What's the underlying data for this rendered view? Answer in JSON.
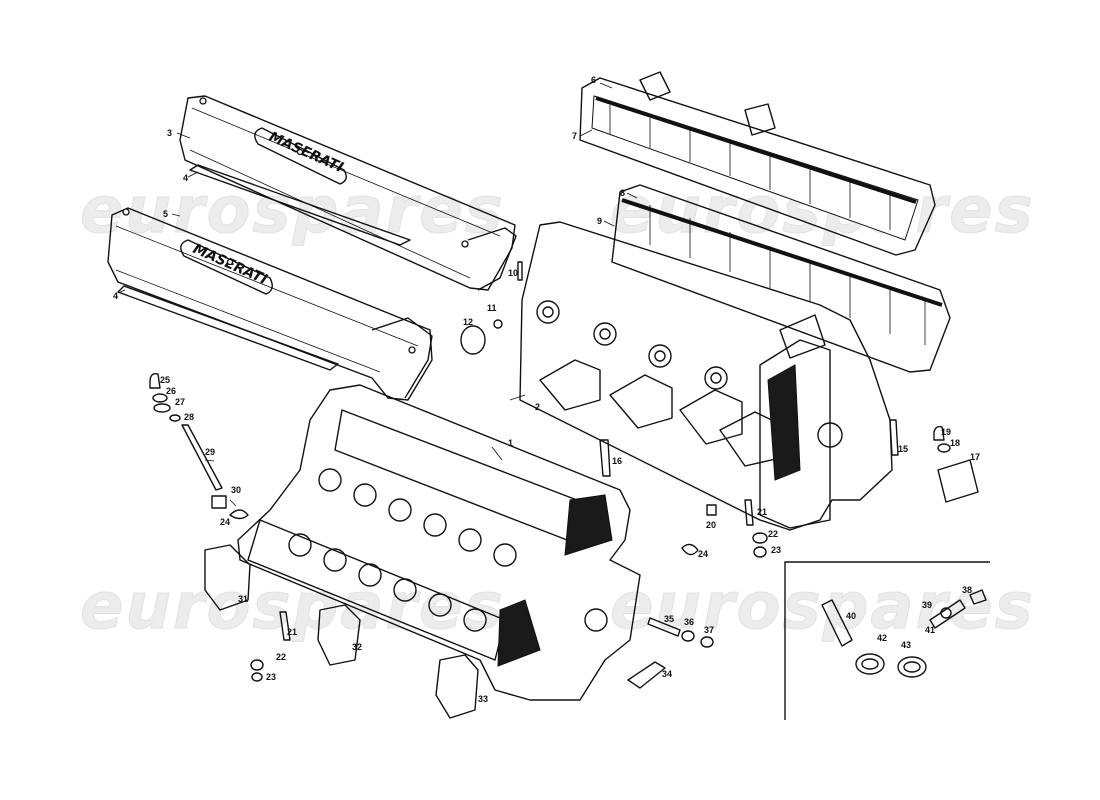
{
  "watermark": "eurospares",
  "brand_plate": "MASERATI",
  "callouts": {
    "c1": "1",
    "c2": "2",
    "c3": "3",
    "c4a": "4",
    "c4b": "4",
    "c5": "5",
    "c6": "6",
    "c7": "7",
    "c8": "8",
    "c9": "9",
    "c10": "10",
    "c11": "11",
    "c12": "12",
    "c15": "15",
    "c16": "16",
    "c17": "17",
    "c18": "18",
    "c19": "19",
    "c20": "20",
    "c21a": "21",
    "c21b": "21",
    "c22a": "22",
    "c22b": "22",
    "c23a": "23",
    "c23b": "23",
    "c24a": "24",
    "c24b": "24",
    "c25": "25",
    "c26": "26",
    "c27": "27",
    "c28": "28",
    "c29": "29",
    "c30": "30",
    "c31": "31",
    "c32": "32",
    "c33": "33",
    "c34": "34",
    "c35": "35",
    "c36": "36",
    "c37": "37",
    "c38": "38",
    "c39": "39",
    "c40": "40",
    "c41": "41",
    "c42": "42",
    "c43": "43"
  }
}
